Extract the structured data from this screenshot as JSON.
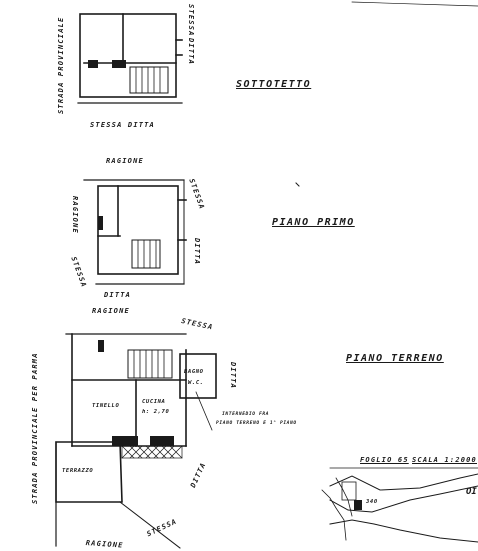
{
  "sottotetto": {
    "title": "SOTTOTETTO",
    "road_left": "STRADA PROVINCIALE",
    "bottom": "STESSA DITTA",
    "right_top": "STESSA",
    "right_mid": "DITTA"
  },
  "piano_primo": {
    "title": "PIANO PRIMO",
    "top": "RAGIONE",
    "left_top": "RAGIONE",
    "left_bottom": "STESSA",
    "bottom": "DITTA",
    "right_top": "STESSA",
    "right_mid": "DITTA",
    "bottom2": "RAGIONE"
  },
  "piano_terreno": {
    "title": "PIANO TERRENO",
    "road_left": "STRADA PROVINCIALE PER PARMA",
    "top_right": "STESSA",
    "right": "DITTA",
    "bagno": "BAGNO",
    "wc": "W.C.",
    "tinello": "TINELLO",
    "cucina": "CUCINA",
    "height": "h: 2,70",
    "note_line1": "INTERNEDIO FRA",
    "note_line2": "PIANO TERRENO E 1° PIANO",
    "terrazzo": "TERRAZZO",
    "ditta_diag": "DITTA",
    "stessa_diag": "STESSA",
    "ragione_bottom": "RAGIONE"
  },
  "catasto": {
    "foglio": "FOGLIO 65",
    "scala": "SCALA 1:2000",
    "parcel": "340",
    "edge_mark": "OI"
  }
}
